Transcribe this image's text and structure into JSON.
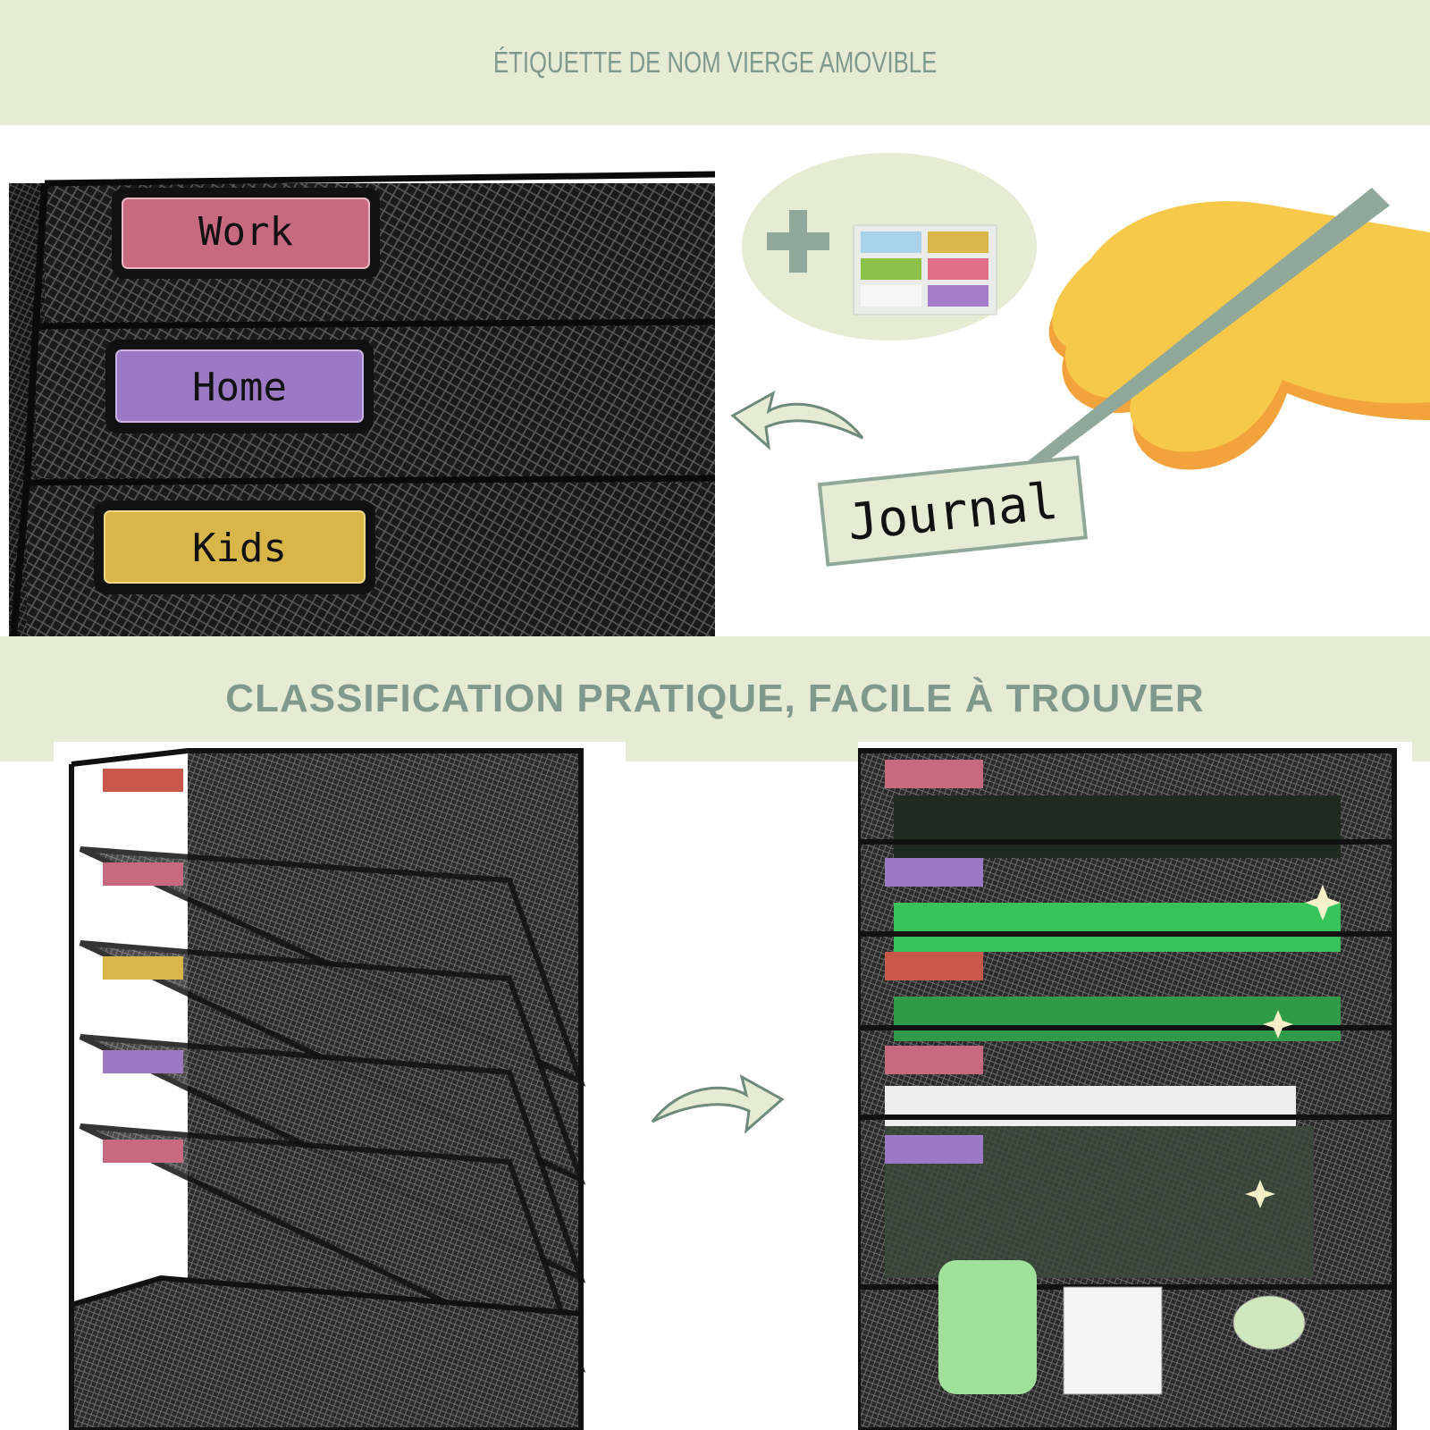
{
  "banners": {
    "top": "ÉTIQUETTE DE NOM VIERGE AMOVIBLE",
    "middle": "CLASSIFICATION PRATIQUE, FACILE À TROUVER"
  },
  "labels": {
    "work": "Work",
    "home": "Home",
    "kids": "Kids",
    "journal": "Journal"
  },
  "colors": {
    "banner_bg": "#e6ebd3",
    "banner_text": "#7f9a8c",
    "label_pink": "#c76a7f",
    "label_purple": "#9b79c4",
    "label_yellow": "#d9b64a",
    "label_red": "#c9584a",
    "sage": "#8fa89a",
    "hand_yellow": "#f7c94b",
    "hand_orange": "#f3a33c"
  }
}
